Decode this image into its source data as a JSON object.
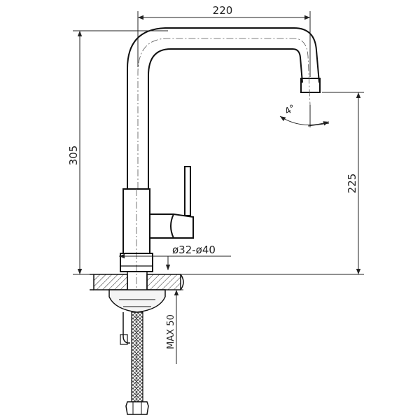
{
  "dimensions": {
    "width_top": "220",
    "height_total": "305",
    "spout_height": "225",
    "hole_diameter": "ø32-ø40",
    "max_thickness": "MAX 50",
    "swivel_angle": "4°"
  }
}
